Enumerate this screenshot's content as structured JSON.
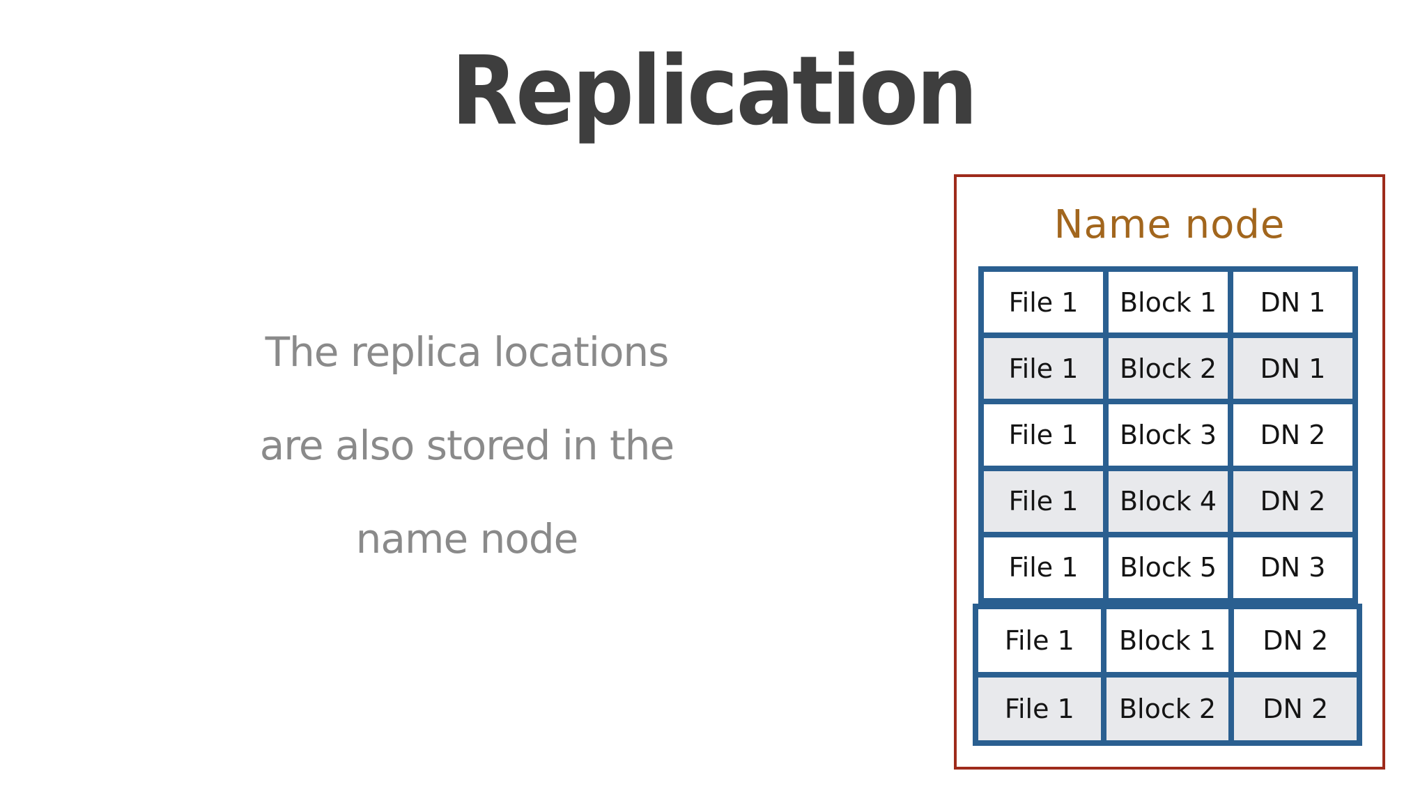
{
  "slide": {
    "title": "Replication",
    "body_lines": [
      "The replica locations",
      "are also stored in the",
      "name node"
    ]
  },
  "name_node_panel": {
    "title": "Name node",
    "colors": {
      "panel_border": "#9e2b1b",
      "panel_title_text": "#a2661d",
      "table_border": "#2a5f90",
      "row_shaded_bg": "#e8e9ec",
      "row_plain_bg": "#ffffff",
      "cell_text": "#141414",
      "slide_title_text": "#3e3e3e",
      "body_text": "#8a8a8a"
    },
    "tables": [
      {
        "rows": [
          {
            "cells": [
              "File 1",
              "Block 1",
              "DN 1"
            ],
            "shaded": false
          },
          {
            "cells": [
              "File 1",
              "Block 2",
              "DN 1"
            ],
            "shaded": true
          },
          {
            "cells": [
              "File 1",
              "Block 3",
              "DN 2"
            ],
            "shaded": false
          },
          {
            "cells": [
              "File 1",
              "Block 4",
              "DN 2"
            ],
            "shaded": true
          },
          {
            "cells": [
              "File 1",
              "Block 5",
              "DN 3"
            ],
            "shaded": false
          }
        ]
      },
      {
        "rows": [
          {
            "cells": [
              "File 1",
              "Block 1",
              "DN 2"
            ],
            "shaded": false
          },
          {
            "cells": [
              "File 1",
              "Block 2",
              "DN 2"
            ],
            "shaded": true
          }
        ]
      }
    ]
  }
}
